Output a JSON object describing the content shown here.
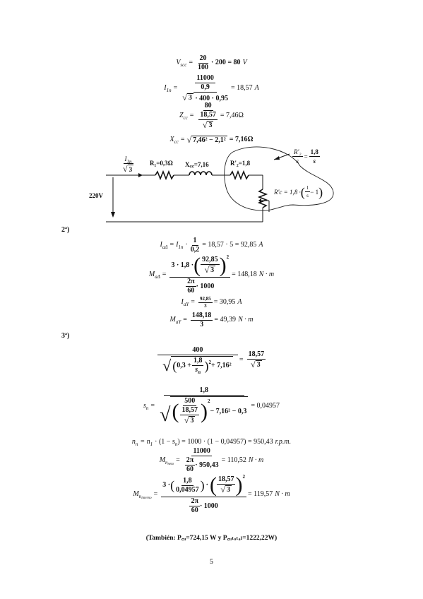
{
  "section_labels": {
    "s2": "2ª)",
    "s3": "3ª)"
  },
  "eq1": {
    "lhs": "V",
    "lhs_sub": "scc",
    "eq": "=",
    "num": "20",
    "den": "100",
    "mid": "· 200 = 80",
    "unit": "V"
  },
  "eq2": {
    "lhs": "I",
    "lhs_sub": "1n",
    "eq": "=",
    "num1": "11000",
    "num2": "0,9",
    "den_a": "3",
    "den_b": "· 400 · 0,95",
    "result": "= 18,57",
    "unit": "A"
  },
  "eq3": {
    "lhs": "Z",
    "lhs_sub": "cc",
    "eq": "=",
    "num": "80",
    "den_num": "18,57",
    "den_den": "3",
    "result": "= 7,46Ω"
  },
  "eq4": {
    "lhs": "X",
    "lhs_sub": "cc",
    "eq": "=",
    "radicand": "7,46² − 2,1²",
    "result": "= 7,16Ω"
  },
  "circuit": {
    "current_label": "I",
    "current_sub": "1n",
    "current_den": "3",
    "r1": "R₁=0,3Ω",
    "xcc": "X꜀꜀=7,16",
    "r2p": "R'₂=1,8",
    "voltage": "220V",
    "rc_lhs": "R'c = 1,8 ·",
    "rc_frac_num": "1",
    "rc_frac_den": "s",
    "rc_tail": "− 1",
    "annot_num": "R'₂",
    "annot_den": "s",
    "annot_eq": "=",
    "annot_num2": "1,8",
    "annot_den2": "s"
  },
  "eq5": {
    "lhs": "I",
    "lhs_sub": "aΔ",
    "eq": "=",
    "mid": "I",
    "mid_sub": "1n",
    "num": "1",
    "den": "0,2",
    "result": "= 18,57 · 5 = 92,85",
    "unit": "A"
  },
  "eq6": {
    "lhs": "M",
    "lhs_sub": "aΔ",
    "eq": "=",
    "num_a": "3 · 1,8 ·",
    "inner_num": "92,85",
    "inner_den": "3",
    "sq": "2",
    "den_a": "2π",
    "den_b": "60",
    "den_c": "· 1000",
    "result": "= 148,18",
    "unit": "N · m"
  },
  "eq7": {
    "lhs": "I",
    "lhs_sub": "aY",
    "eq": "=",
    "num": "92,85",
    "den": "3",
    "result": "= 30,95",
    "unit": "A"
  },
  "eq8": {
    "lhs": "M",
    "lhs_sub": "aY",
    "eq": "=",
    "num": "148,18",
    "den": "3",
    "result": "= 49,39",
    "unit": "N · m"
  },
  "eq9": {
    "num": "400",
    "rad_a": "0,3 +",
    "rad_fnum": "1,8",
    "rad_fden": "s",
    "rad_fden_sub": "n",
    "sq": "2",
    "rad_b": "+ 7,16²",
    "eq": "=",
    "rhs_num": "18,57",
    "rhs_den": "3"
  },
  "eq10": {
    "lhs": "s",
    "lhs_sub": "n",
    "eq": "=",
    "num": "1,8",
    "in_num": "500",
    "in_den_num": "18,57",
    "in_den_den": "3",
    "sq": "2",
    "tail": "− 7,16² − 0,3",
    "result": "= 0,04957"
  },
  "eq11": {
    "text": "n",
    "sub1": "n",
    "mid1": "= n",
    "sub2": "1",
    "mid2": "· (1 − s",
    "sub3": "n",
    "rest": ") = 1000 · (1 − 0,04957) = 950,43",
    "unit": "r.p.m."
  },
  "eq12": {
    "lhs": "M",
    "lhs_sub": "n",
    "lhs_subsub": "neto",
    "eq": "=",
    "num": "11000",
    "den_a": "2π",
    "den_b": "60",
    "den_c": "· 950,43",
    "result": "= 110,52",
    "unit": "N · m"
  },
  "eq13": {
    "lhs": "M",
    "lhs_sub": "n",
    "lhs_subsub": "interno",
    "eq": "=",
    "num_a": "3 ·",
    "f1_num": "1,8",
    "f1_den": "0,04957",
    "f2_num": "18,57",
    "f2_den": "3",
    "sq": "2",
    "den_a": "2π",
    "den_b": "60",
    "den_c": "· 1000",
    "result": "= 119,57",
    "unit": "N · m"
  },
  "note": "(También: P꜀ᵤ=724,15 W y P꜀ᵤₜₒₜₐₗ=1222,22W)",
  "page_number": "5"
}
